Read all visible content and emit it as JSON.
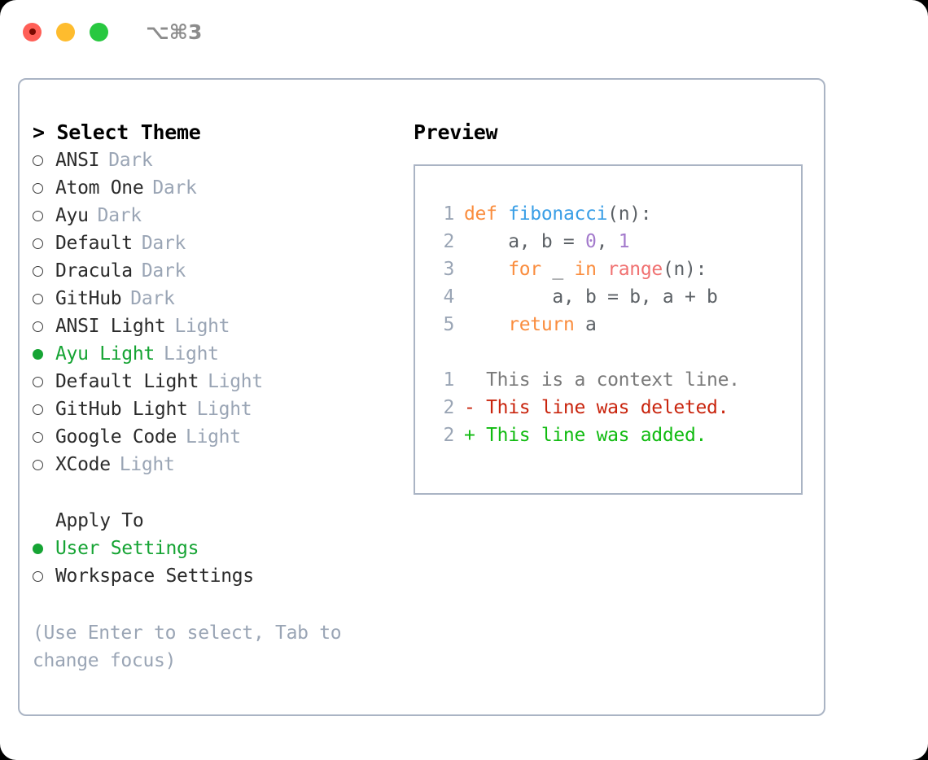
{
  "window": {
    "shortcut": "⌥⌘3",
    "traffic_lights": [
      {
        "name": "close",
        "color": "#ff5f57"
      },
      {
        "name": "minimize",
        "color": "#febc2e"
      },
      {
        "name": "maximize",
        "color": "#28c840"
      }
    ]
  },
  "theme_picker": {
    "heading": "> Select Theme",
    "items": [
      {
        "label": "ANSI",
        "badge": "Dark",
        "selected": false
      },
      {
        "label": "Atom One",
        "badge": "Dark",
        "selected": false
      },
      {
        "label": "Ayu",
        "badge": "Dark",
        "selected": false
      },
      {
        "label": "Default",
        "badge": "Dark",
        "selected": false
      },
      {
        "label": "Dracula",
        "badge": "Dark",
        "selected": false
      },
      {
        "label": "GitHub",
        "badge": "Dark",
        "selected": false
      },
      {
        "label": "ANSI Light",
        "badge": "Light",
        "selected": false
      },
      {
        "label": "Ayu Light",
        "badge": "Light",
        "selected": true
      },
      {
        "label": "Default Light",
        "badge": "Light",
        "selected": false
      },
      {
        "label": "GitHub Light",
        "badge": "Light",
        "selected": false
      },
      {
        "label": "Google Code",
        "badge": "Light",
        "selected": false
      },
      {
        "label": "XCode",
        "badge": "Light",
        "selected": false
      }
    ]
  },
  "apply_to": {
    "heading": "Apply To",
    "items": [
      {
        "label": "User Settings",
        "selected": true
      },
      {
        "label": "Workspace Settings",
        "selected": false
      }
    ]
  },
  "hint": "(Use Enter to select, Tab to change focus)",
  "preview": {
    "heading": "Preview",
    "code_lines": [
      {
        "number": "1",
        "tokens": [
          {
            "text": "def ",
            "type": "kw"
          },
          {
            "text": "fibonacci",
            "type": "fn"
          },
          {
            "text": "(n):",
            "type": "punct"
          }
        ]
      },
      {
        "number": "2",
        "tokens": [
          {
            "text": "    a, b = ",
            "type": "plain"
          },
          {
            "text": "0",
            "type": "num"
          },
          {
            "text": ", ",
            "type": "plain"
          },
          {
            "text": "1",
            "type": "num"
          }
        ]
      },
      {
        "number": "3",
        "tokens": [
          {
            "text": "    ",
            "type": "plain"
          },
          {
            "text": "for",
            "type": "kw"
          },
          {
            "text": " _ ",
            "type": "plain"
          },
          {
            "text": "in",
            "type": "kw"
          },
          {
            "text": " ",
            "type": "plain"
          },
          {
            "text": "range",
            "type": "builtin"
          },
          {
            "text": "(n):",
            "type": "punct"
          }
        ]
      },
      {
        "number": "4",
        "tokens": [
          {
            "text": "        a, b = b, a + b",
            "type": "plain"
          }
        ]
      },
      {
        "number": "5",
        "tokens": [
          {
            "text": "    ",
            "type": "plain"
          },
          {
            "text": "return",
            "type": "kw"
          },
          {
            "text": " a",
            "type": "plain"
          }
        ]
      }
    ],
    "diff_lines": [
      {
        "number": "1",
        "marker": "  ",
        "text": "This is a context line.",
        "kind": "ctx"
      },
      {
        "number": "2",
        "marker": "- ",
        "text": "This line was deleted.",
        "kind": "del"
      },
      {
        "number": "2",
        "marker": "+ ",
        "text": "This line was added.",
        "kind": "add"
      }
    ]
  },
  "colors": {
    "accent_green": "#16a434",
    "muted": "#9aa5b5",
    "border": "#aab4c4",
    "keyword": "#fa8d3e",
    "function": "#399ee6",
    "number": "#a37acc",
    "builtin": "#f07171",
    "diff_added": "#11bb11",
    "diff_deleted": "#c9250e"
  }
}
